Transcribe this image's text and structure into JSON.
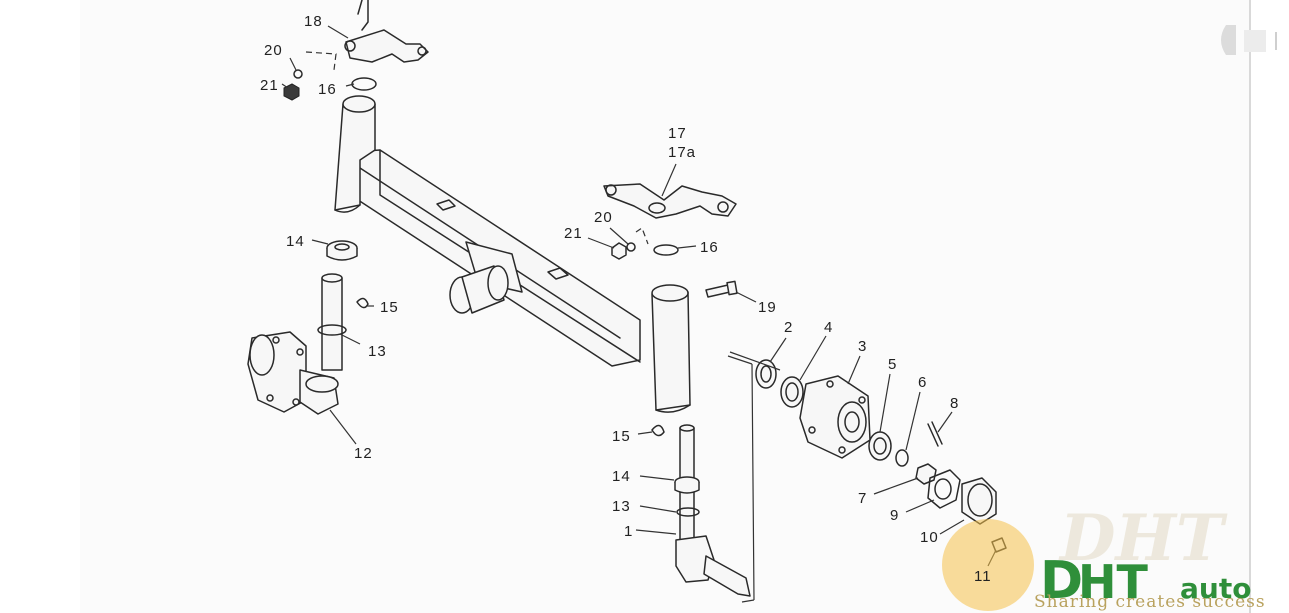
{
  "diagram": {
    "callouts": {
      "c1": "1",
      "c2": "2",
      "c3": "3",
      "c4": "4",
      "c5": "5",
      "c6": "6",
      "c7": "7",
      "c8": "8",
      "c9": "9",
      "c10": "10",
      "c11": "11",
      "c12": "12",
      "c13_left": "13",
      "c13_right": "13",
      "c14_left": "14",
      "c14_right": "14",
      "c15_left": "15",
      "c15_right": "15",
      "c16_top": "16",
      "c16_mid": "16",
      "c17": "17",
      "c17a": "17a",
      "c18": "18",
      "c19": "19",
      "c20_top": "20",
      "c20_mid": "20",
      "c21_top": "21",
      "c21_mid": "21"
    }
  },
  "watermark": {
    "brand_prefix": "D",
    "brand_mid": "HT",
    "brand_suffix": "auto",
    "tagline": "Sharing creates success",
    "colors": {
      "green": "#2f8f3a",
      "gold": "#f3b53a",
      "ghost": "#e9e4d6"
    }
  }
}
